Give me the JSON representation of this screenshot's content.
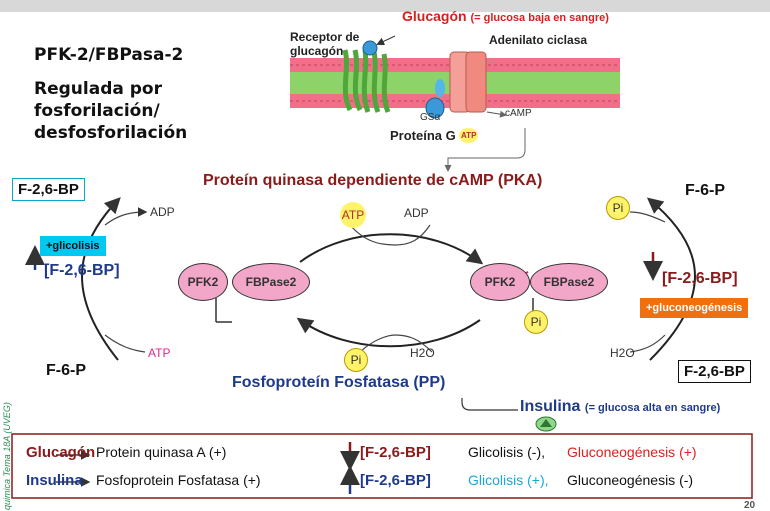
{
  "top": {
    "glucagon_label": "Glucagón",
    "glucagon_note": "(= glucosa baja en sangre)",
    "receptor_label": "Receptor de glucagón",
    "adenilato_label": "Adenilato ciclasa",
    "proteina_g_label": "Proteína G",
    "gs_label": "GSα",
    "camp_label": "cAMP",
    "atp_small": "ATP"
  },
  "left_text": {
    "line1": "PFK-2/FBPasa-2",
    "line2": "Regulada por",
    "line3": "fosforilación/",
    "line4": "desfosforilación"
  },
  "pka_label": "Proteín quinasa dependiente de cAMP (PKA)",
  "pp_label": "Fosfoproteín Fosfatasa (PP)",
  "insulina": {
    "label": "Insulina",
    "note": "(= glucosa alta en sangre)"
  },
  "left_side": {
    "f26bp_box": "F-2,6-BP",
    "adp": "ADP",
    "glicolisis_tag": "+glicolisis",
    "increase_label": "[F-2,6-BP]",
    "atp": "ATP",
    "f6p": "F-6-P"
  },
  "right_side": {
    "f6p": "F-6-P",
    "pi": "Pi",
    "decrease_label": "[F-2,6-BP]",
    "gluconeo_tag": "+gluconeogénesis",
    "h2o": "H2O",
    "f26bp_box": "F-2,6-BP"
  },
  "center": {
    "atp": "ATP",
    "adp": "ADP",
    "pi_bottom": "Pi",
    "h2o": "H2O",
    "left_pfk2": "PFK2",
    "left_fbpase2": "FBPase2",
    "right_pfk2": "PFK2",
    "right_fbpase2": "FBPase2",
    "right_pi": "Pi"
  },
  "summary": {
    "row1_hormone": "Glucagón",
    "row1_enzyme": "Protein quinasa A (+)",
    "row1_level": "[F-2,6-BP]",
    "row1_a": "Glicolisis (-),",
    "row1_b": "Gluconeogénesis (+)",
    "row2_hormone": "Insulina",
    "row2_enzyme": "Fosfoprotein Fosfatasa (+)",
    "row2_level": "[F-2,6-BP]",
    "row2_a": "Glicolisis (+),",
    "row2_b": "Gluconeogénesis (-)"
  },
  "side_credit": "quimica Tema 18A (UVEG)",
  "page_number": "20",
  "colors": {
    "dark_red": "#8b1a1a",
    "navy": "#1f3a8a",
    "cyan": "#00c8f0",
    "orange": "#f07010",
    "red": "#e02020",
    "pink": "#f2a6c8"
  }
}
